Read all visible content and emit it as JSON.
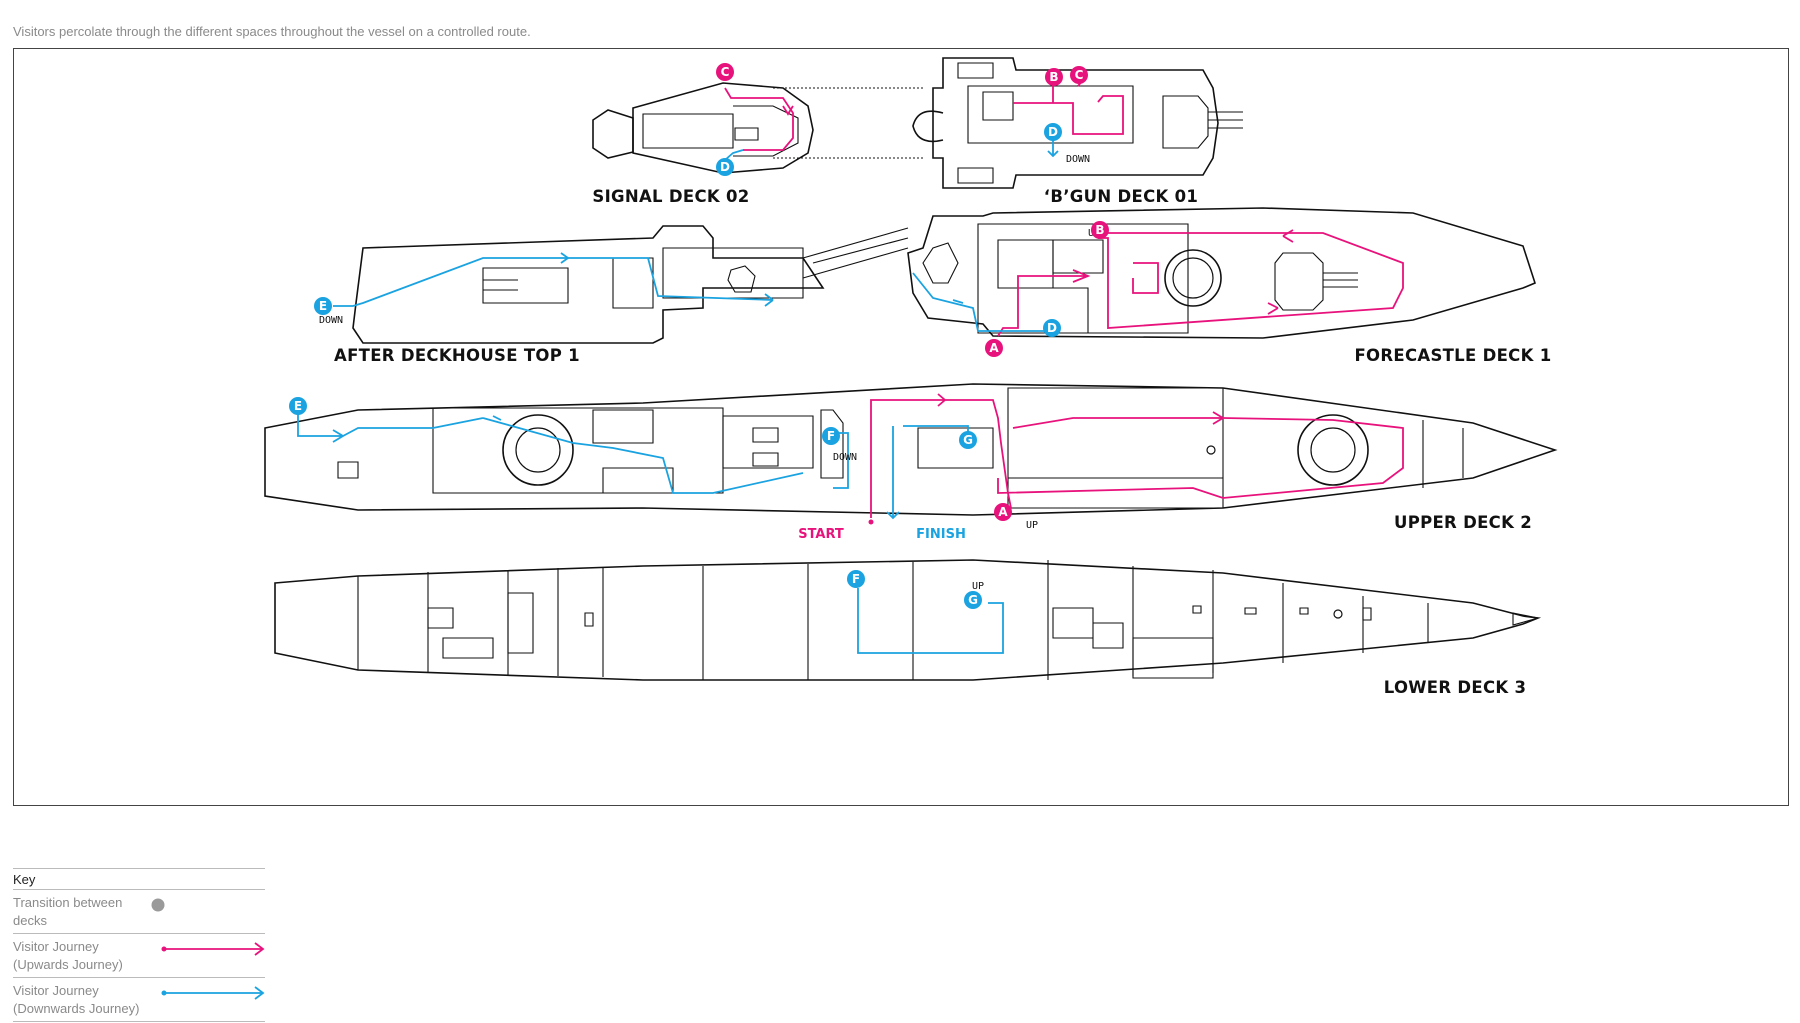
{
  "caption": "Visitors percolate through the different spaces throughout the vessel on a controlled route.",
  "decks": {
    "signal": "SIGNAL DECK 02",
    "bgun": "‘B’GUN DECK 01",
    "after": "AFTER DECKHOUSE TOP 1",
    "forecastle": "FORECASTLE DECK 1",
    "upper": "UPPER DECK 2",
    "lower": "LOWER DECK 3"
  },
  "labels": {
    "up": "UP",
    "down": "DOWN",
    "start": "START",
    "finish": "FINISH"
  },
  "markers": {
    "a": "A",
    "b": "B",
    "c": "C",
    "d": "D",
    "e": "E",
    "f": "F",
    "g": "G"
  },
  "key": {
    "title": "Key",
    "rows": [
      {
        "label": "Transition between decks"
      },
      {
        "label": "Visitor Journey (Upwards Journey)"
      },
      {
        "label": "Visitor Journey (Downwards Journey)"
      }
    ]
  },
  "colors": {
    "upwards": "#e8127c",
    "downwards": "#1aa3e0",
    "transition": "#9a9a9a",
    "outline": "#111111"
  }
}
